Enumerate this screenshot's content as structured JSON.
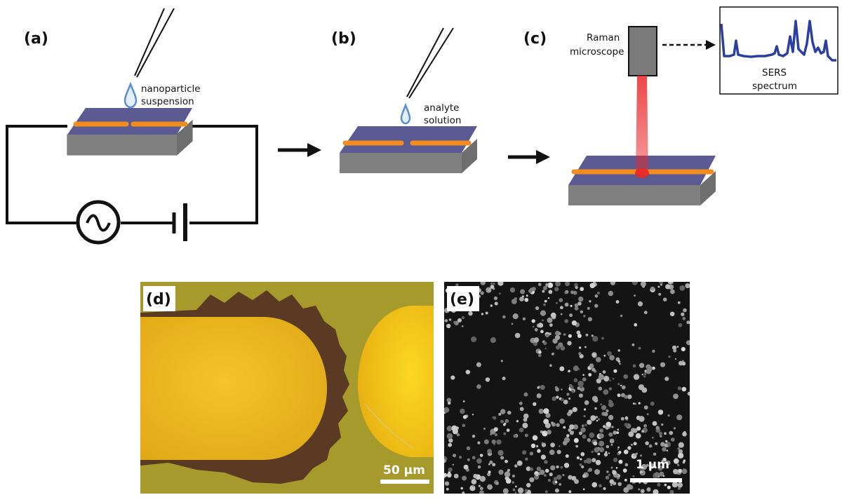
{
  "panels": {
    "a": {
      "label": "(a)",
      "drop_note": [
        "nanoparticle",
        "suspension"
      ]
    },
    "b": {
      "label": "(b)",
      "drop_note": [
        "analyte",
        "solution"
      ]
    },
    "c": {
      "label": "(c)",
      "microscope_label": [
        "Raman",
        "microscope"
      ],
      "spectrum_label": [
        "SERS",
        "spectrum"
      ]
    },
    "d": {
      "label": "(d)",
      "scale_bar": "50 µm"
    },
    "e": {
      "label": "(e)",
      "scale_bar": "1 µm"
    }
  },
  "colors": {
    "chip_top": "#5b5a93",
    "chip_side": "#808080",
    "electrode": "#f28c1f",
    "droplet": "#5a8fd6",
    "laser": "#e8282a",
    "spectrum_line": "#2b3fa0",
    "gold": "#f0b81a",
    "optical_bg": "#a69a2c",
    "sem_bg": "#141414"
  }
}
